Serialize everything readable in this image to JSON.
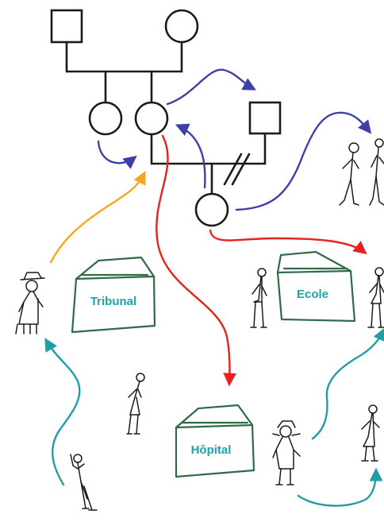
{
  "labels": {
    "tribunal": "Tribunal",
    "ecole": "Ecole",
    "hopital": "Hôpital"
  },
  "colors": {
    "ink": "#1b1b1b",
    "blue_arrow": "#3f3faa",
    "red_arrow": "#e8201f",
    "orange_arrow": "#f5a623",
    "teal_arrow": "#1f9ea3",
    "building_stroke": "#2f6b47",
    "label_teal": "#1fa3a8"
  },
  "icons": {
    "male_symbol": "square",
    "female_symbol": "circle",
    "separation_mark": "double-slash",
    "person": "stick-figure",
    "building": "house-sketch"
  }
}
